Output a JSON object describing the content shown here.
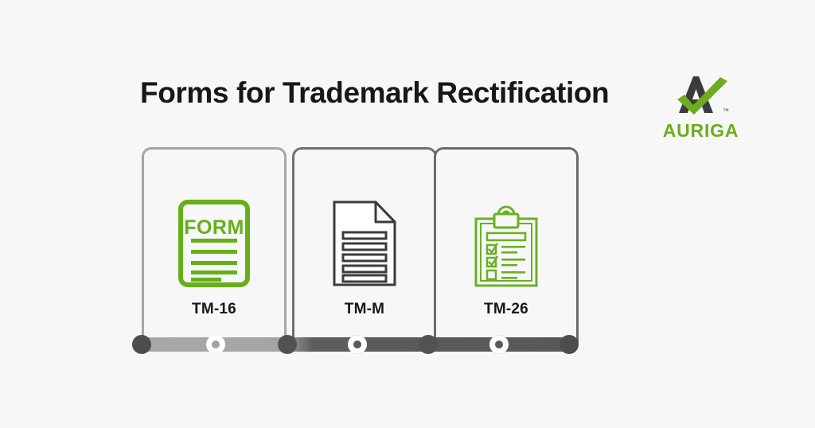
{
  "page": {
    "title": "Forms for Trademark Rectification",
    "background_color": "#f7f7f7",
    "title_color": "#171717"
  },
  "brand": {
    "name": "AURIGA",
    "mark_icon": "auriga-a-checkmark-logo",
    "trademark_symbol": "™",
    "green": "#6aad1d",
    "dark": "#3b3b3b"
  },
  "cards": [
    {
      "label": "TM-16",
      "icon": "form-document-icon",
      "icon_style": "green",
      "icon_color": "#64b018",
      "border_color": "#a6a6a6",
      "icon_text": "FORM",
      "icon_line_count": 5
    },
    {
      "label": "TM-M",
      "icon": "folded-corner-document-icon",
      "icon_style": "dark",
      "icon_color": "#3b3b3b",
      "border_color": "#6f6f6f",
      "icon_text": "",
      "icon_line_count": 5
    },
    {
      "label": "TM-26",
      "icon": "clipboard-checklist-icon",
      "icon_style": "green",
      "icon_color": "#6ab023",
      "border_color": "#6a6a6a",
      "icon_text": "",
      "icon_line_count": 3
    }
  ],
  "timeline": {
    "track_gradient_start": "#a8a8a8",
    "track_gradient_end": "#5a5857",
    "nodes": [
      {
        "type": "solid-end",
        "position_pct": 0.8,
        "name": "timeline-node-start"
      },
      {
        "type": "hollow-light",
        "position_pct": 17.7,
        "name": "timeline-node-tm-16"
      },
      {
        "type": "solid",
        "position_pct": 34.1,
        "name": "timeline-node-divider-1"
      },
      {
        "type": "hollow-dark",
        "position_pct": 50.2,
        "name": "timeline-node-tm-m"
      },
      {
        "type": "solid",
        "position_pct": 66.4,
        "name": "timeline-node-divider-2"
      },
      {
        "type": "hollow-dark",
        "position_pct": 82.7,
        "name": "timeline-node-tm-26"
      },
      {
        "type": "solid-end",
        "position_pct": 98.7,
        "name": "timeline-node-end"
      }
    ]
  }
}
